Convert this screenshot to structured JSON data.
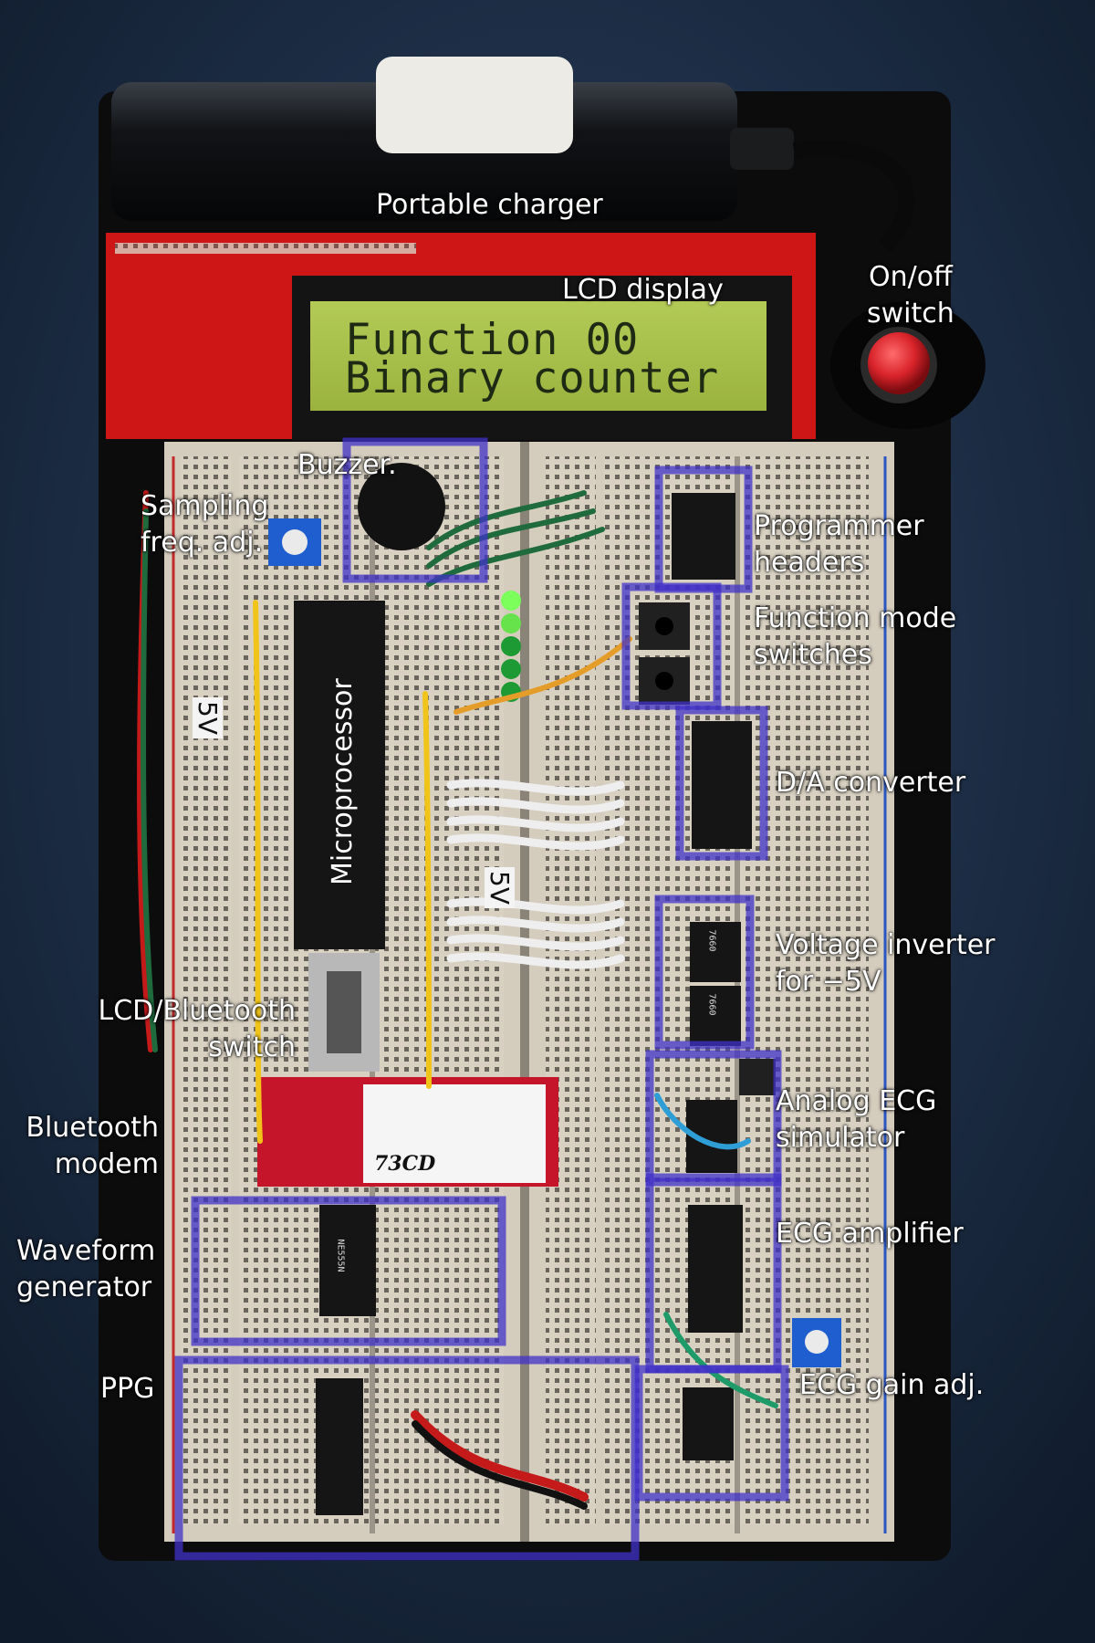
{
  "lcd": {
    "line1": "Function 00",
    "line2": "Binary counter"
  },
  "labels": {
    "portable_charger": "Portable charger",
    "lcd_display": "LCD display",
    "on_off_switch": [
      "On/off",
      "switch"
    ],
    "buzzer": "Buzzer.",
    "sampling_freq_adj": [
      "Sampling",
      "freq. adj."
    ],
    "programmer_headers": [
      "Programmer",
      "headers"
    ],
    "function_mode_switches": [
      "Function mode",
      "switches"
    ],
    "microprocessor": "Microprocessor",
    "da_converter": "D/A converter",
    "voltage_inverter": [
      "Voltage inverter",
      "for −5V"
    ],
    "lcd_bluetooth_switch": [
      "LCD/Bluetooth",
      "switch"
    ],
    "analog_ecg_simulator": [
      "Analog ECG",
      "simulator"
    ],
    "bluetooth_modem": [
      "Bluetooth",
      "modem"
    ],
    "ecg_amplifier": "ECG amplifier",
    "waveform_generator": [
      "Waveform",
      "generator"
    ],
    "ppg": "PPG",
    "ecg_gain_adj": "ECG gain adj."
  },
  "board_markings": {
    "five_volt_left": "5V",
    "five_volt_center": "5V",
    "bluetooth_module_note": "73CD",
    "chip_ne555": "NE555N",
    "chip_7660_a": "7660",
    "chip_7660_b": "7660"
  },
  "colors": {
    "background": "#1a2c44",
    "chassis": "#111111",
    "lcd_pcb": "#d01616",
    "lcd_screen": "#a9c24a",
    "breadboard": "#d9d2c4",
    "highlight": "#4032c8",
    "power_button": "#d8232a"
  }
}
